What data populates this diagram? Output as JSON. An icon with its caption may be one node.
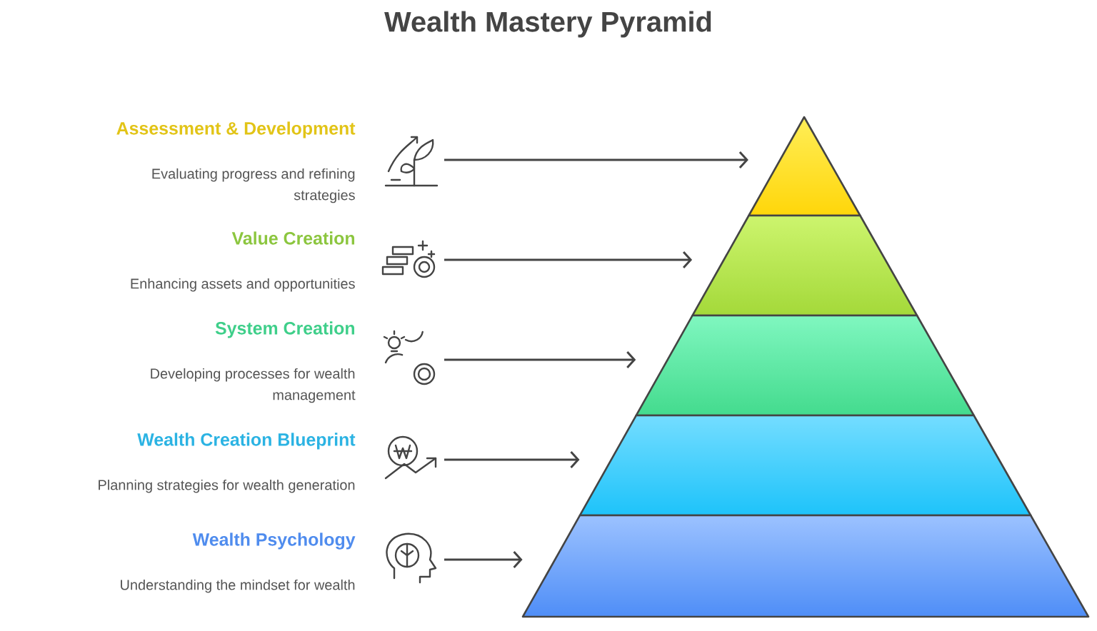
{
  "diagram": {
    "title": "Wealth Mastery Pyramid",
    "nodes": [
      {
        "text": [
          "Assessment & Development",
          "Evaluating progress and refining strategies"
        ]
      },
      {
        "text": [
          "Value Creation",
          "Enhancing assets and opportunities"
        ]
      },
      {
        "text": [
          "System Creation",
          "Developing processes for wealth management"
        ]
      },
      {
        "text": [
          "Wealth Creation Blueprint",
          "Planning strategies for wealth generation"
        ]
      },
      {
        "text": [
          "Wealth Psychology",
          "Understanding the mindset for wealth"
        ]
      },
      {
        "text": [],
        "shape": "triangle"
      },
      {
        "text": [],
        "shape": "trapezoid"
      },
      {
        "text": [],
        "shape": "trapezoid"
      },
      {
        "text": [],
        "shape": "trapezoid"
      },
      {
        "text": [],
        "shape": "trapezoid"
      }
    ],
    "edges": [
      {
        "from": 0,
        "to": 5,
        "arrow": "to"
      },
      {
        "from": 1,
        "to": 6,
        "arrow": "to"
      },
      {
        "from": 2,
        "to": 7,
        "arrow": "to"
      },
      {
        "from": 3,
        "to": 8,
        "arrow": "to"
      },
      {
        "from": 4,
        "to": 9,
        "arrow": "to"
      }
    ]
  }
}
